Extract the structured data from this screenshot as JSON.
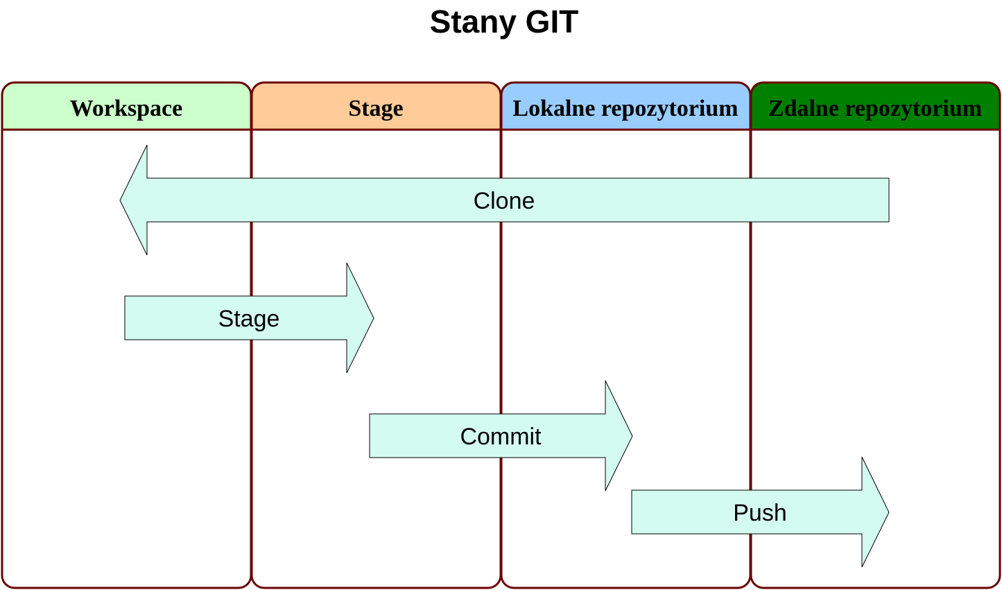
{
  "title": "Stany GIT",
  "colors": {
    "lane_border": "#6b0000",
    "arrow_fill": "#d4fbf0",
    "arrow_stroke": "#000000"
  },
  "lanes": [
    {
      "label": "Workspace",
      "header_color": "#ccffcc"
    },
    {
      "label": "Stage",
      "header_color": "#ffcc99"
    },
    {
      "label": "Lokalne repozytorium",
      "header_color": "#99ccff"
    },
    {
      "label": "Zdalne repozytorium",
      "header_color": "#008000"
    }
  ],
  "arrows": [
    {
      "label": "Clone",
      "direction": "left",
      "from": "Zdalne repozytorium",
      "to": "Workspace"
    },
    {
      "label": "Stage",
      "direction": "right",
      "from": "Workspace",
      "to": "Stage"
    },
    {
      "label": "Commit",
      "direction": "right",
      "from": "Stage",
      "to": "Lokalne repozytorium"
    },
    {
      "label": "Push",
      "direction": "right",
      "from": "Lokalne repozytorium",
      "to": "Zdalne repozytorium"
    }
  ]
}
